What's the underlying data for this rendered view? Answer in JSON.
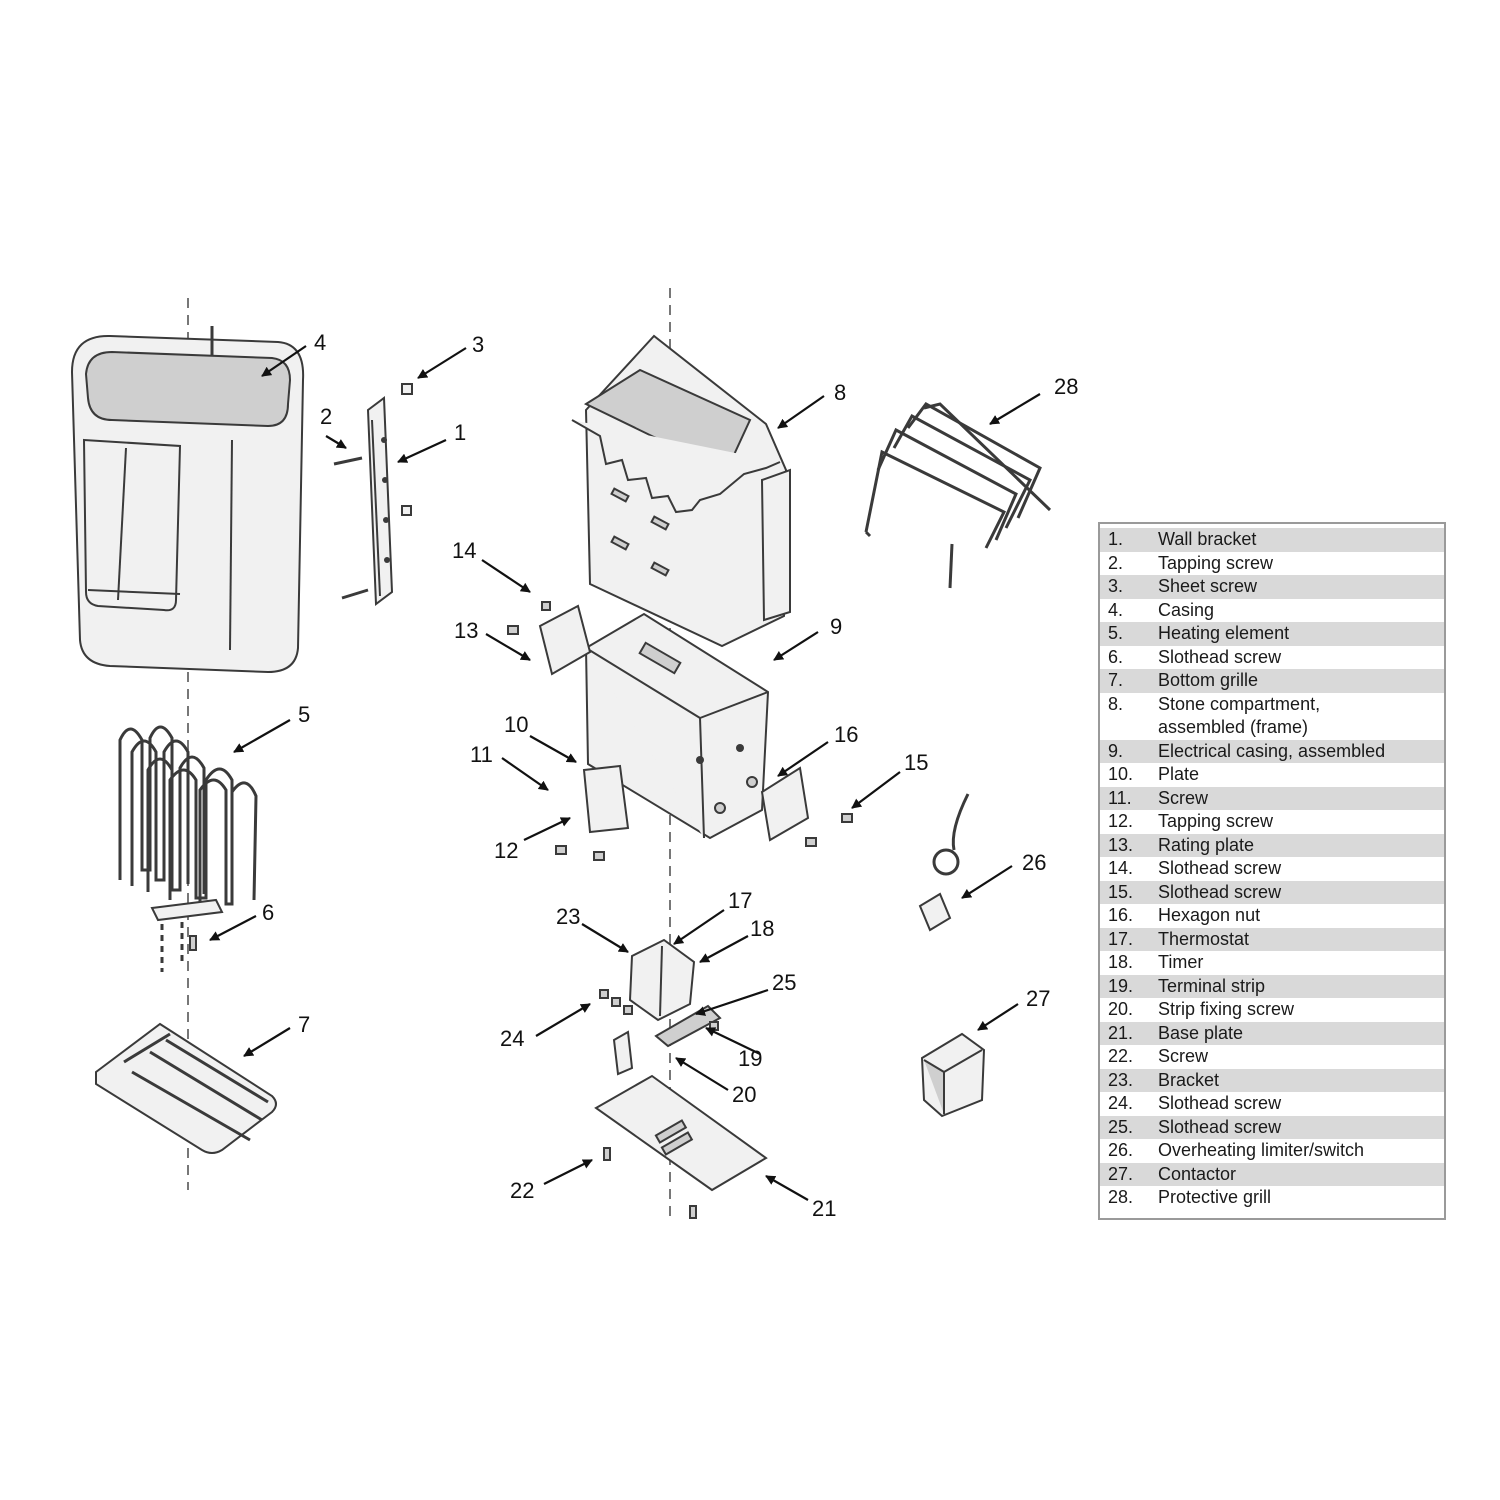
{
  "legend": [
    {
      "num": "1.",
      "label": "Wall bracket"
    },
    {
      "num": "2.",
      "label": "Tapping screw"
    },
    {
      "num": "3.",
      "label": "Sheet screw"
    },
    {
      "num": "4.",
      "label": "Casing"
    },
    {
      "num": "5.",
      "label": "Heating element"
    },
    {
      "num": "6.",
      "label": "Slothead screw"
    },
    {
      "num": "7.",
      "label": "Bottom grille"
    },
    {
      "num": "8.",
      "label": "Stone compartment,\nassembled (frame)"
    },
    {
      "num": "9.",
      "label": "Electrical casing, assembled"
    },
    {
      "num": "10.",
      "label": "Plate"
    },
    {
      "num": "11.",
      "label": "Screw"
    },
    {
      "num": "12.",
      "label": "Tapping screw"
    },
    {
      "num": "13.",
      "label": "Rating plate"
    },
    {
      "num": "14.",
      "label": "Slothead screw"
    },
    {
      "num": "15.",
      "label": "Slothead screw"
    },
    {
      "num": "16.",
      "label": "Hexagon nut"
    },
    {
      "num": "17.",
      "label": "Thermostat"
    },
    {
      "num": "18.",
      "label": "Timer"
    },
    {
      "num": "19.",
      "label": "Terminal strip"
    },
    {
      "num": "20.",
      "label": "Strip fixing screw"
    },
    {
      "num": "21.",
      "label": "Base plate"
    },
    {
      "num": "22.",
      "label": "Screw"
    },
    {
      "num": "23.",
      "label": "Bracket"
    },
    {
      "num": "24.",
      "label": "Slothead screw"
    },
    {
      "num": "25.",
      "label": "Slothead screw"
    },
    {
      "num": "26.",
      "label": "Overheating limiter/switch"
    },
    {
      "num": "27.",
      "label": "Contactor"
    },
    {
      "num": "28.",
      "label": "Protective grill"
    }
  ],
  "callouts": {
    "c1": "1",
    "c2": "2",
    "c3": "3",
    "c4": "4",
    "c5": "5",
    "c6": "6",
    "c7": "7",
    "c8": "8",
    "c9": "9",
    "c10": "10",
    "c11": "11",
    "c12": "12",
    "c13": "13",
    "c14": "14",
    "c15": "15",
    "c16": "16",
    "c17": "17",
    "c18": "18",
    "c19": "19",
    "c20": "20",
    "c21": "21",
    "c22": "22",
    "c23": "23",
    "c24": "24",
    "c25": "25",
    "c26": "26",
    "c27": "27",
    "c28": "28"
  }
}
